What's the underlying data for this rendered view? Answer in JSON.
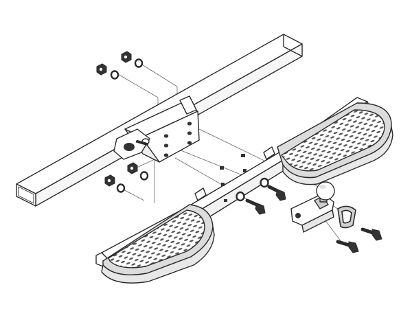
{
  "diagram": {
    "title": "",
    "colors": {
      "stroke": "#2a2a2a",
      "dark": "#333333",
      "mid": "#8c8c8c",
      "light": "#d9d9d9",
      "white": "#ffffff",
      "leader": "#555555"
    },
    "parts": [
      "receiver-tube",
      "mounting-bracket",
      "step-bar",
      "step-pad-left",
      "step-pad-right",
      "tow-ball-mount",
      "d-ring-shackle",
      "bolts",
      "nuts",
      "washers"
    ]
  }
}
